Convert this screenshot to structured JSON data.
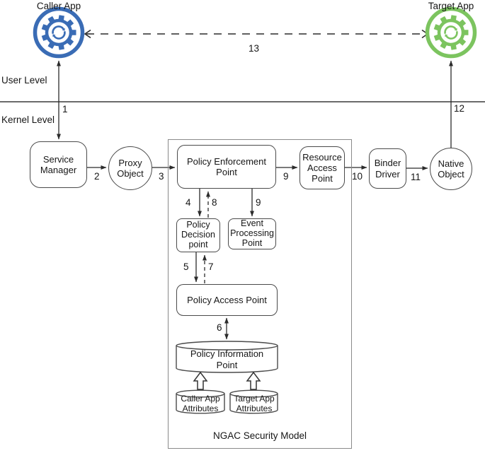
{
  "diagram": {
    "title": "NGAC Security Model",
    "levels": {
      "user": "User Level",
      "kernel": "Kernel Level"
    },
    "apps": {
      "caller": {
        "label": "Caller App",
        "color": "#3a6cb5"
      },
      "target": {
        "label": "Target App",
        "color": "#7cc45f"
      }
    },
    "nodes": {
      "service_manager": "Service\nManager",
      "proxy_object": "Proxy\nObject",
      "policy_enforcement_point": "Policy Enforcement\nPoint",
      "resource_access_point": "Resource\nAccess\nPoint",
      "binder_driver": "Binder\nDriver",
      "native_object": "Native\nObject",
      "policy_decision_point": "Policy\nDecision\npoint",
      "event_processing_point": "Event\nProcessing\nPoint",
      "policy_access_point": "Policy Access Point",
      "policy_information_point": "Policy Information\nPoint",
      "caller_app_attributes": "Caller App\nAttributes",
      "target_app_attributes": "Target App\nAttributes"
    },
    "edges": {
      "caller_service": "1",
      "service_proxy": "2",
      "proxy_pep": "3",
      "pep_pdp": "4",
      "pdp_pap": "5",
      "pap_pip": "6",
      "pap_pdp_return": "7",
      "pdp_pep_return": "8",
      "pep_rap": "9",
      "pep_epp": "9",
      "rap_binder": "10",
      "binder_native": "11",
      "native_target": "12",
      "caller_target": "13"
    },
    "colors": {
      "line": "#2b2b2b",
      "box_border": "#4a4a4a",
      "frame_border": "#8a8a8a"
    }
  }
}
